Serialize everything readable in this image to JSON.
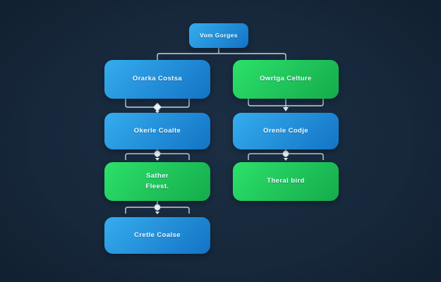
{
  "canvas": {
    "background": "#16273a",
    "connector_color": "#c8d3db"
  },
  "flowchart": {
    "root": {
      "label": "Vom Gorges",
      "color": "blue"
    },
    "left_column": [
      {
        "label": "Orarka Costsa",
        "color": "blue"
      },
      {
        "label": "Okerle Coalte",
        "color": "blue"
      },
      {
        "label": "Sather\nFleest.",
        "color": "green"
      },
      {
        "label": "Cretle Coalse",
        "color": "blue"
      }
    ],
    "right_column": [
      {
        "label": "Owrtga Celture",
        "color": "green"
      },
      {
        "label": "Orenle Codje",
        "color": "blue"
      },
      {
        "label": "Theral bird",
        "color": "green"
      }
    ],
    "colors": {
      "blue_start": "#35adee",
      "blue_end": "#1373c5",
      "green_start": "#2ce16a",
      "green_end": "#15ab4c"
    }
  }
}
